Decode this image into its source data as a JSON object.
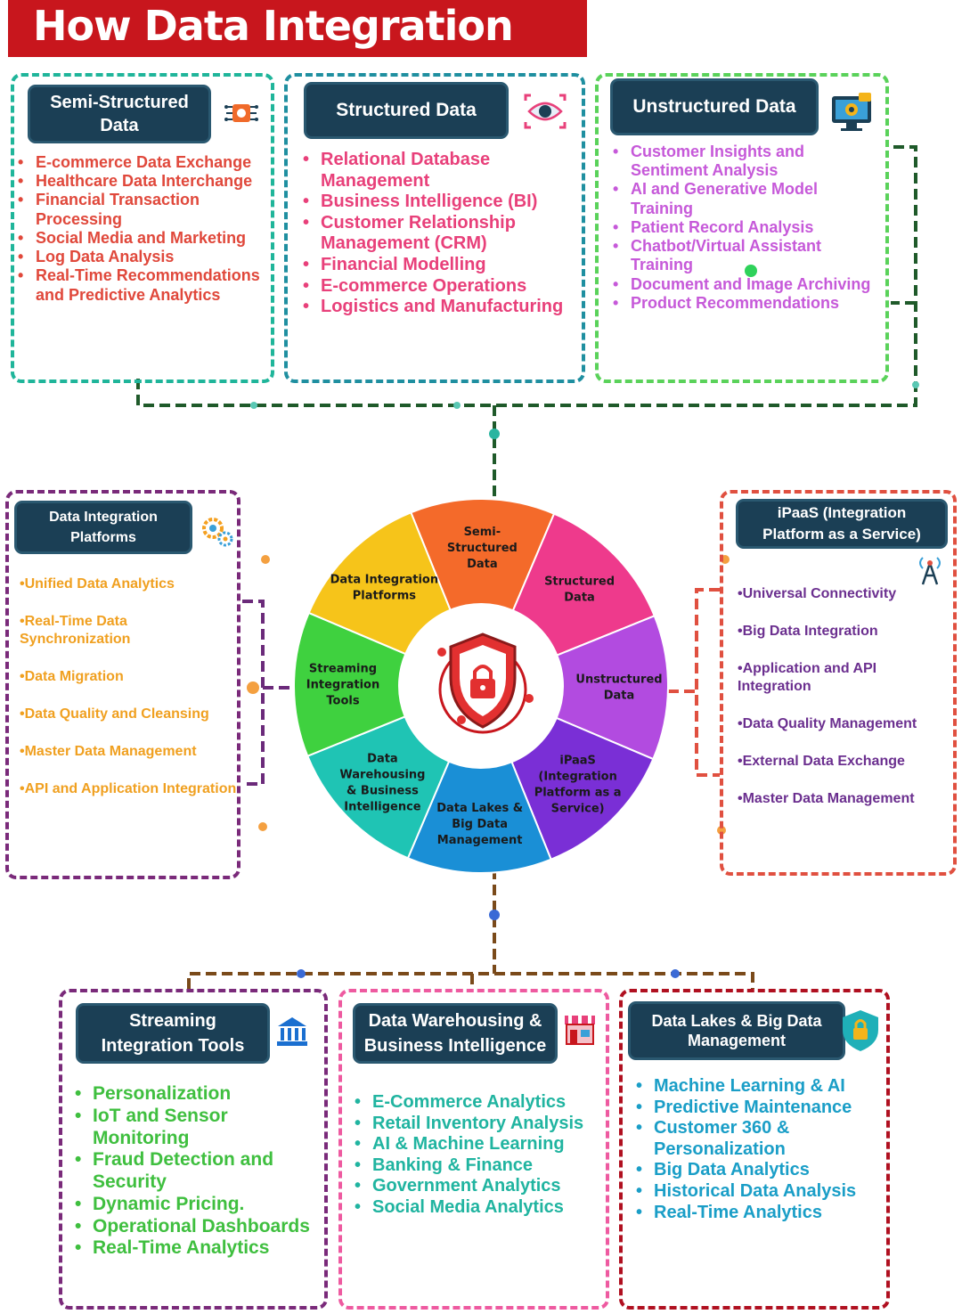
{
  "title": "How Data Integration Works?",
  "colors": {
    "title_bg": "#c8161d",
    "header_bg": "#1b3f55",
    "semi_text": "#e0483b",
    "structured_text": "#e8407a",
    "unstructured_text": "#c659d9",
    "platforms_text": "#f0a020",
    "ipaas_text": "#6b2f8f",
    "streaming_text": "#3fbf3f",
    "warehouse_text": "#20b4a0",
    "lakes_text": "#1a9ec7"
  },
  "top": {
    "semi": {
      "header": "Semi-Structured Data",
      "icon": "circuit-chip-icon",
      "items": [
        "E-commerce Data Exchange",
        "Healthcare Data Interchange",
        "Financial Transaction Processing",
        "Social Media and Marketing",
        "Log Data Analysis",
        "Real-Time Recommendations and Predictive Analytics"
      ]
    },
    "structured": {
      "header": "Structured Data",
      "icon": "eye-scan-icon",
      "items": [
        "Relational Database Management",
        "Business Intelligence (BI)",
        "Customer Relationship Management (CRM)",
        "Financial Modelling",
        "E-commerce Operations",
        "Logistics and Manufacturing"
      ]
    },
    "unstructured": {
      "header": "Unstructured Data",
      "icon": "monitor-gear-icon",
      "items": [
        "Customer Insights and Sentiment Analysis",
        "AI and Generative Model Training",
        "Patient Record Analysis",
        "Chatbot/Virtual Assistant Training",
        "Document and Image Archiving",
        "Product Recommendations"
      ]
    }
  },
  "middle": {
    "platforms": {
      "header": "Data Integration Platforms",
      "icon": "gears-icon",
      "items": [
        "•Unified Data Analytics",
        "•Real-Time Data Synchronization",
        "•Data Migration",
        "•Data Quality and Cleansing",
        "•Master Data Management",
        "•API and Application Integration"
      ]
    },
    "ipaas": {
      "header": "iPaaS (Integration Platform as a Service)",
      "icon": "antenna-icon",
      "items": [
        "•Universal Connectivity",
        "•Big Data Integration",
        "•Application and API Integration",
        "•Data Quality Management",
        "•External Data Exchange",
        "•Master Data Management"
      ]
    }
  },
  "bottom": {
    "streaming": {
      "header": "Streaming Integration Tools",
      "icon": "bank-icon",
      "items": [
        "Personalization",
        "IoT and Sensor Monitoring",
        "Fraud Detection and Security",
        "Dynamic Pricing.",
        "Operational Dashboards",
        "Real-Time Analytics"
      ]
    },
    "warehouse": {
      "header": "Data Warehousing & Business Intelligence",
      "icon": "store-icon",
      "items": [
        "E-Commerce Analytics",
        "Retail Inventory Analysis",
        "AI & Machine Learning",
        "Banking & Finance",
        "Government Analytics",
        "Social Media Analytics"
      ]
    },
    "lakes": {
      "header": "Data Lakes & Big Data Management",
      "icon": "shield-lock-icon",
      "items": [
        "Machine Learning & AI",
        "Predictive Maintenance",
        "Customer 360 & Personalization",
        "Big Data Analytics",
        "Historical Data Analysis",
        "Real-Time Analytics"
      ]
    }
  },
  "wheel": {
    "center_icon": "security-shield-lock-icon",
    "segments": [
      {
        "label": "Semi-Structured Data",
        "color": "#f46a2a"
      },
      {
        "label": "Structured Data",
        "color": "#ee3a8c"
      },
      {
        "label": "Unstructured Data",
        "color": "#b24be0"
      },
      {
        "label": "iPaaS (Integration Platform as a Service)",
        "color": "#7a2fd6"
      },
      {
        "label": "Data Lakes & Big Data Management",
        "color": "#1a8fd6"
      },
      {
        "label": "Data Warehousing & Business Intelligence",
        "color": "#1fc4b4"
      },
      {
        "label": "Streaming Integration Tools",
        "color": "#3fd13f"
      },
      {
        "label": "Data Integration Platforms",
        "color": "#f6c41a"
      }
    ]
  }
}
